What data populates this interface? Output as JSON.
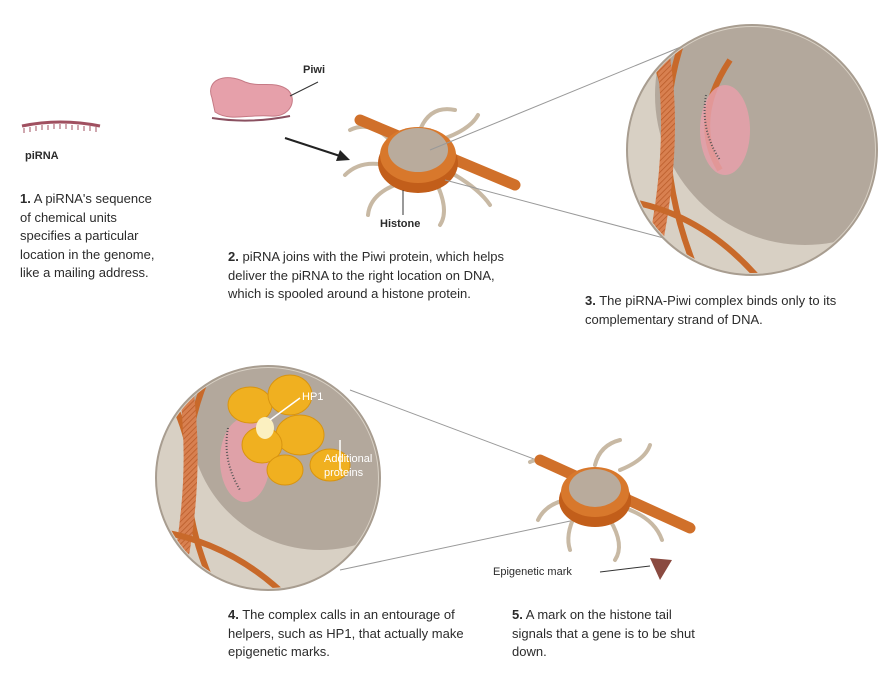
{
  "labels": {
    "pirna": "piRNA",
    "piwi": "Piwi",
    "histone": "Histone",
    "hp1": "HP1",
    "additional_proteins": "Additional proteins",
    "epigenetic_mark": "Epigenetic mark"
  },
  "steps": [
    {
      "num": "1.",
      "text": "A piRNA's sequence of chemical units specifies a particular location in the genome, like a mailing address."
    },
    {
      "num": "2.",
      "text": "piRNA joins with the Piwi protein, which helps deliver the piRNA to the right location on DNA, which is spooled around a histone protein."
    },
    {
      "num": "3.",
      "text": "The piRNA-Piwi complex binds only to its complementary strand of DNA."
    },
    {
      "num": "4.",
      "text": "The complex calls in an entourage of helpers, such as HP1, that actually make epigenetic marks."
    },
    {
      "num": "5.",
      "text": "A mark on the histone tail signals that a gene is to be shut down."
    }
  ],
  "colors": {
    "dna": "#d0702a",
    "histone": "#b9ab9c",
    "piwi": "#e6a0aa",
    "hp1": "#f0b020",
    "mark": "#8a4a40"
  }
}
